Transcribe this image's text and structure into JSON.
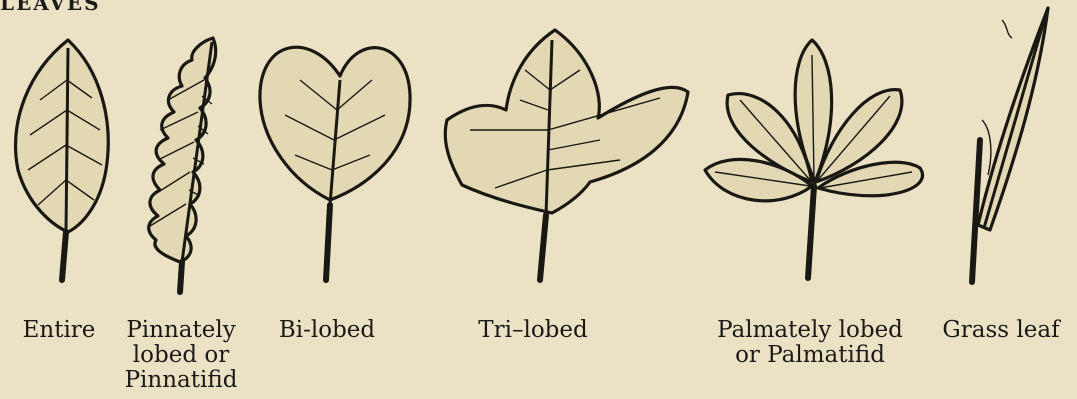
{
  "heading": "LEAVES",
  "labels": {
    "entire": "Entire",
    "pinnate": "Pinnately\nlobed or\nPinnatifid",
    "bilobed": "Bi-lobed",
    "trilobed": "Tri–lobed",
    "palmate": "Palmately lobed\nor Palmatifid",
    "grass": "Grass leaf"
  }
}
